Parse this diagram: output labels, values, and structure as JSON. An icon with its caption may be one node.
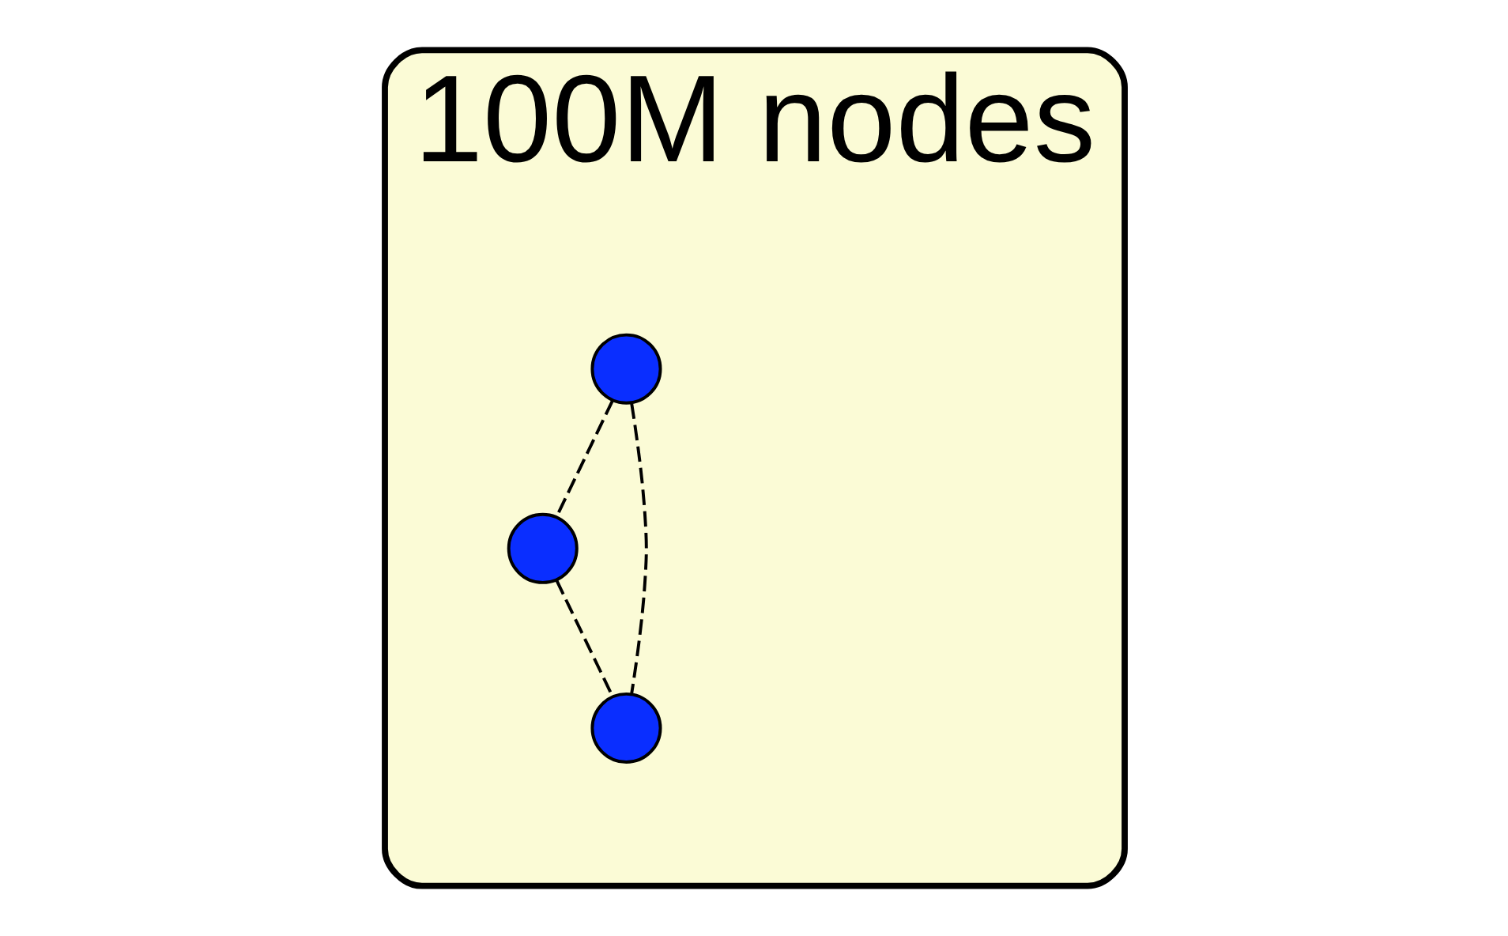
{
  "diagram": {
    "nodes": [
      {
        "text": [
          "100M nodes"
        ]
      },
      {
        "text": [],
        "shape": "circle",
        "in": 0
      },
      {
        "text": [],
        "shape": "circle",
        "in": 0
      },
      {
        "text": [],
        "shape": "circle",
        "in": 0
      }
    ],
    "edges": [
      {
        "from": 1,
        "to": 2,
        "arrow": "none",
        "style": "dashed"
      },
      {
        "from": 1,
        "to": 3,
        "arrow": "none",
        "style": "dashed"
      },
      {
        "from": 2,
        "to": 3,
        "arrow": "none",
        "style": "dashed"
      }
    ]
  }
}
